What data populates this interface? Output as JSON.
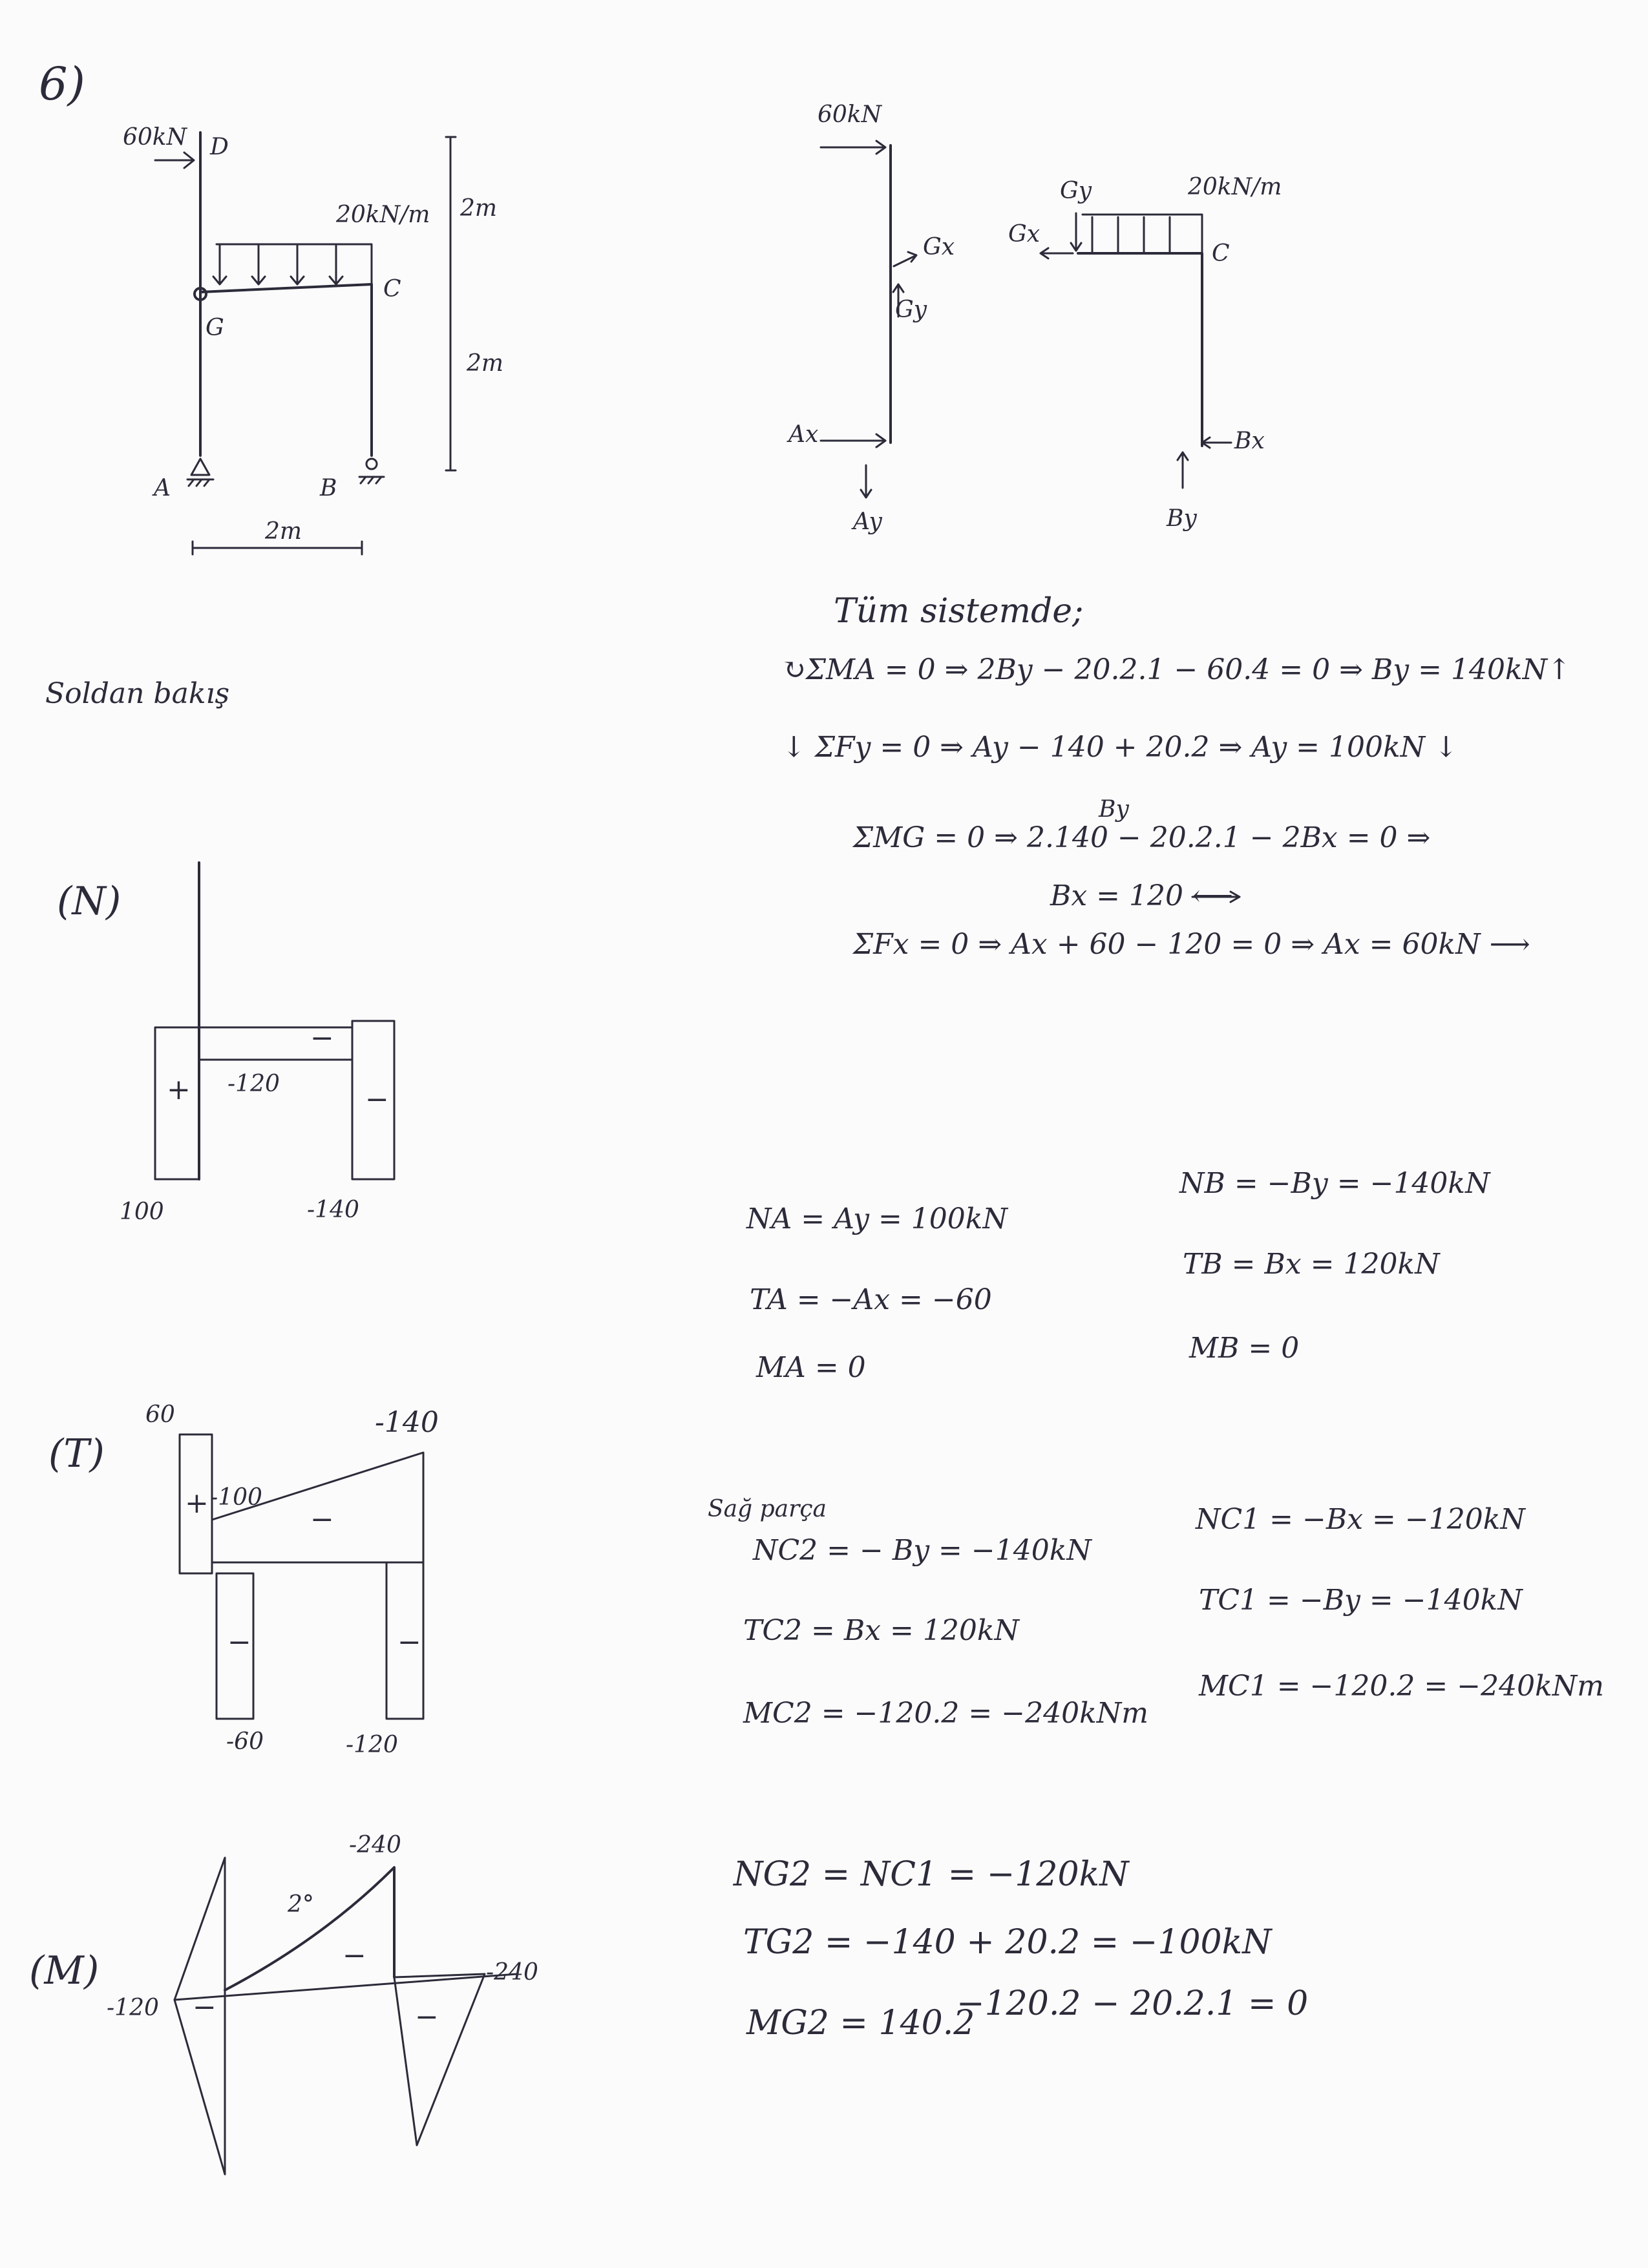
{
  "problem_number": "6)",
  "frame": {
    "load_point": "60kN",
    "load_dist": "20kN/m",
    "node_D": "D",
    "node_G": "G",
    "node_C": "C",
    "support_A": "A",
    "support_B": "B",
    "dim_top": "2m",
    "dim_bottom": "2m",
    "dim_span": "2m"
  },
  "fbd": {
    "load_point": "60kN",
    "load_dist": "20kN/m",
    "Gx_left": "Gx",
    "Gy_left": "Gy",
    "Ax": "Ax",
    "Ay": "Ay",
    "Gx_right": "Gx",
    "Gy_right": "Gy",
    "node_C": "C",
    "Bx": "Bx",
    "By": "By"
  },
  "side_note": "Soldan bakış",
  "equilibrium": {
    "heading": "Tüm sistemde;",
    "eq1": "↻ΣMA = 0 ⇒  2By − 20.2.1 − 60.4 = 0 ⇒ By = 140kN↑",
    "eq2": "↓ ΣFy = 0 ⇒   Ay − 140 + 20.2 ⇒ Ay = 100kN ↓",
    "eq3_sup": "By",
    "eq3": "ΣMG = 0 ⇒  2.140 − 20.2.1 − 2Bx = 0 ⇒",
    "eq4": "Bx = 120 ⟵",
    "eq5": "ΣFx = 0  ⇒  Ax + 60 − 120 = 0 ⇒  Ax = 60kN ⟶"
  },
  "diagrams": {
    "N": {
      "label": "(N)",
      "plus": "+",
      "minus": "−",
      "minus2": "−",
      "val_g": "-120",
      "val_a": "100",
      "val_b": "-140"
    },
    "T": {
      "label": "(T)",
      "val_top": "60",
      "val_right": "-140",
      "val_mid": "-100",
      "plus": "+",
      "minus": "−",
      "minus2": "−",
      "minus3": "−",
      "val_a": "-60",
      "val_b": "-120"
    },
    "M": {
      "label": "(M)",
      "val_top": "-240",
      "val_right": "-240",
      "val_left": "-120",
      "deg": "2°",
      "minus": "−",
      "minus2": "−",
      "minus3": "−"
    }
  },
  "results_A": {
    "NA": "NA = Ay = 100kN",
    "TA": "TA = −Ax = −60",
    "MA": "MA = 0"
  },
  "results_B": {
    "NB": "NB = −By = −140kN",
    "TB": "TB = Bx = 120kN",
    "MB": "MB = 0"
  },
  "results_C2": {
    "heading": "Sağ parça",
    "NC2": "NC2 = − By = −140kN",
    "TC2": "TC2 = Bx = 120kN",
    "MC2": "MC2 = −120.2 = −240kNm"
  },
  "results_C1": {
    "NC1": "NC1 = −Bx = −120kN",
    "TC1": "TC1 = −By = −140kN",
    "MC1": "MC1 = −120.2 = −240kNm"
  },
  "results_G2": {
    "NG2": "NG2 = NC1 = −120kN",
    "TG2": "TG2 = −140 + 20.2 = −100kN",
    "MG2": "MG2 = 140.2",
    "MG2_rest": "−120.2 − 20.2.1 = 0"
  }
}
